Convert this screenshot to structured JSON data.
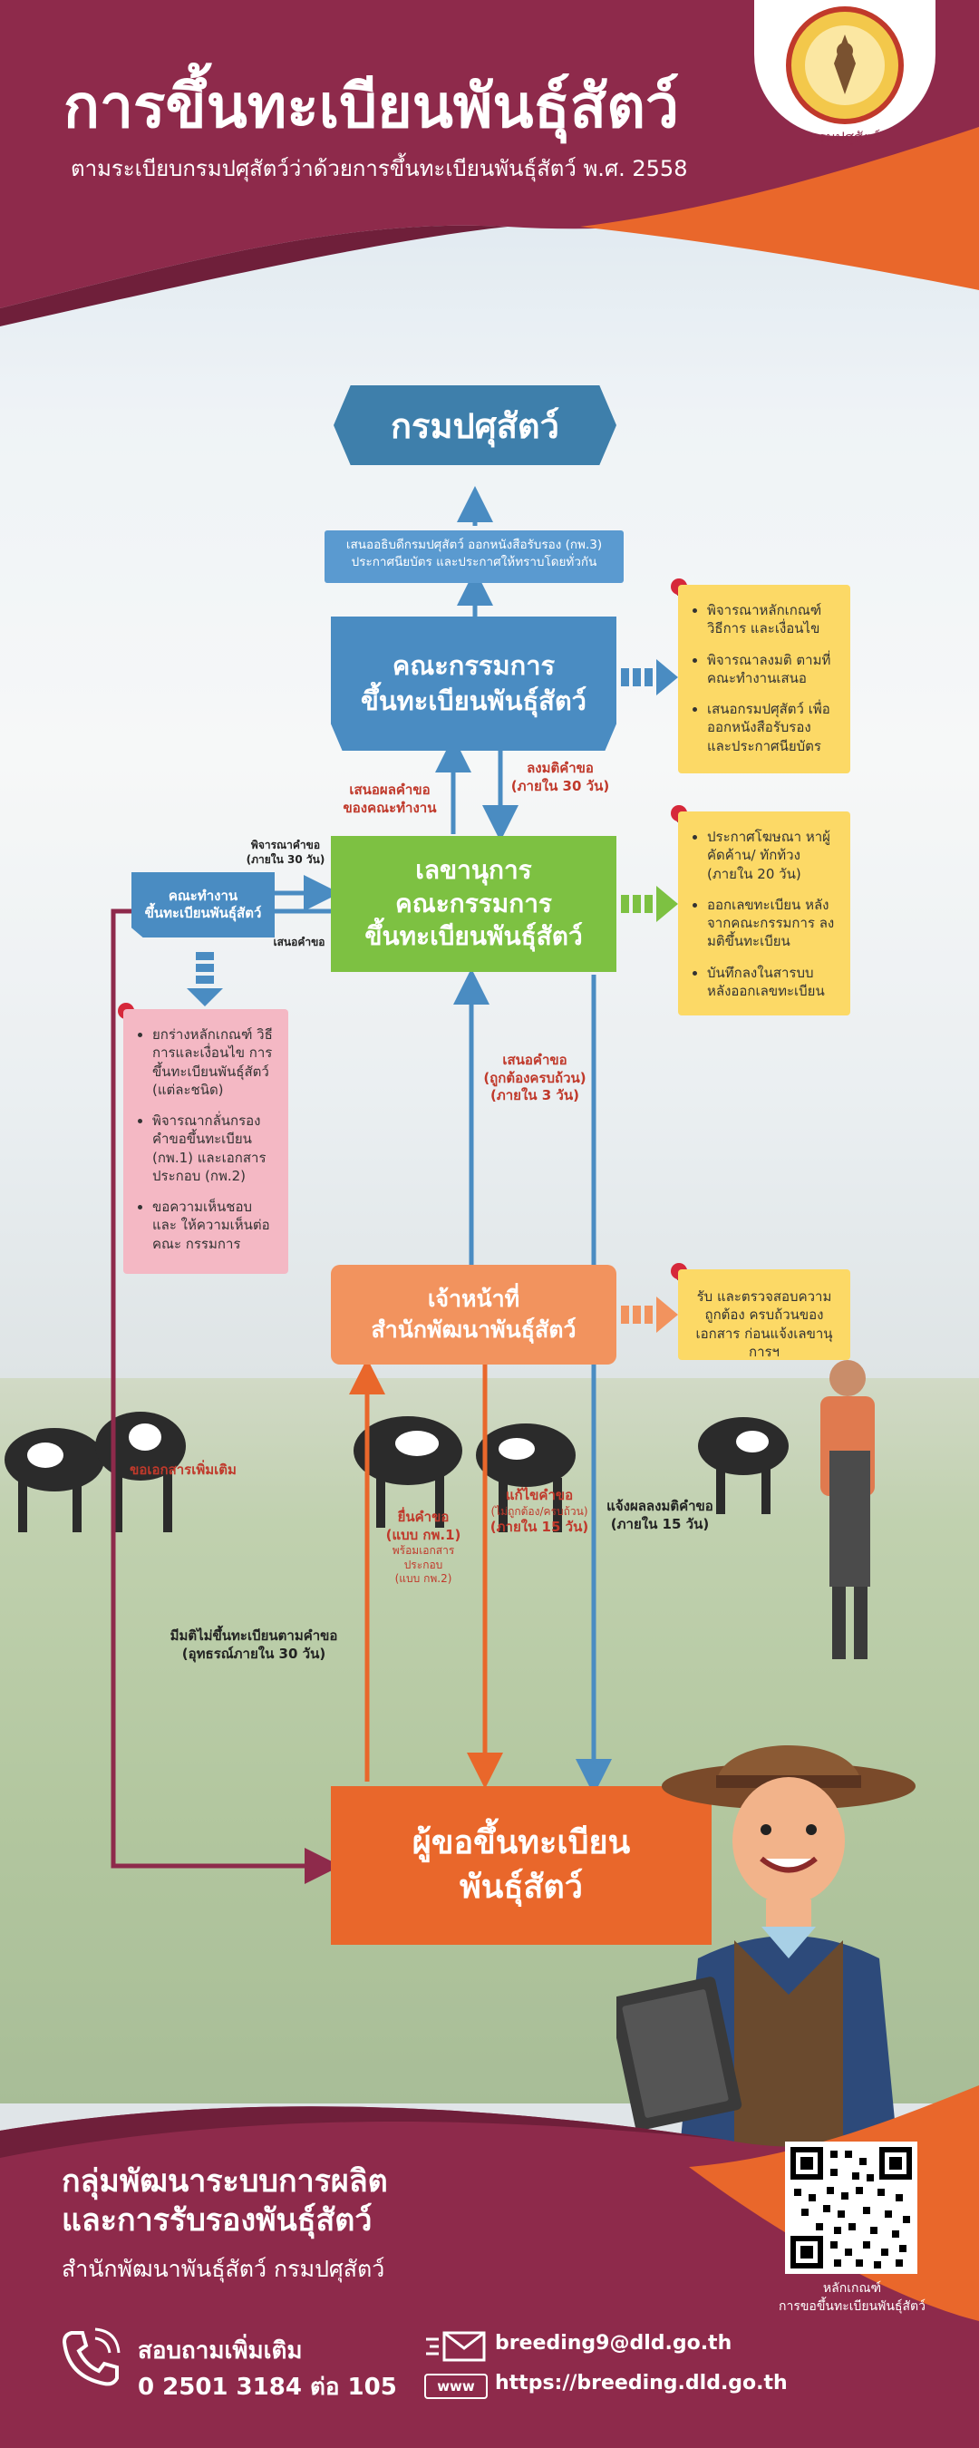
{
  "header": {
    "title": "การขึ้นทะเบียนพันธุ์สัตว์",
    "subtitle": "ตามระเบียบกรมปศุสัตว์ว่าด้วยการขึ้นทะเบียนพันธุ์สัตว์ พ.ศ. 2558",
    "logo_text": "กรมปศุสัตว์"
  },
  "nodes": {
    "department": "กรมปศุสัตว์",
    "committee_line1": "คณะกรรมการ",
    "committee_line2": "ขึ้นทะเบียนพันธุ์สัตว์",
    "secretary_line1": "เลขานุการ",
    "secretary_line2": "คณะกรรมการ",
    "secretary_line3": "ขึ้นทะเบียนพันธุ์สัตว์",
    "working_line1": "คณะทำงาน",
    "working_line2": "ขึ้นทะเบียนพันธุ์สัตว์",
    "officer_line1": "เจ้าหน้าที่",
    "officer_line2": "สำนักพัฒนาพันธุ์สัตว์",
    "applicant_line1": "ผู้ขอขึ้นทะเบียน",
    "applicant_line2": "พันธุ์สัตว์"
  },
  "flow_labels": {
    "propose_dept_1": "เสนออธิบดีกรมปศุสัตว์ ออกหนังสือรับรอง (กพ.3)",
    "propose_dept_2": "ประกาศนียบัตร และประกาศให้ทราบโดยทั่วกัน",
    "propose_result_1": "เสนอผลคำขอ",
    "propose_result_2": "ของคณะทำงาน",
    "resolve_1": "ลงมติคำขอ",
    "resolve_2": "(ภายใน 30 วัน)",
    "consider_1": "พิจารณาคำขอ",
    "consider_2": "(ภายใน 30 วัน)",
    "submit_request": "เสนอคำขอ",
    "submit_complete_1": "เสนอคำขอ",
    "submit_complete_2": "(ถูกต้องครบถ้วน)",
    "submit_complete_3": "(ภายใน 3 วัน)",
    "extra_docs": "ขอเอกสารเพิ่มเติม",
    "file_1": "ยื่นคำขอ",
    "file_2": "(แบบ กพ.1)",
    "file_3": "พร้อมเอกสารประกอบ",
    "file_4": "(แบบ กพ.2)",
    "fix_1": "แก้ไขคำขอ",
    "fix_2": "(ไม่ถูกต้อง/ครบถ้วน)",
    "fix_3": "(ภายใน 15 วัน)",
    "notify_1": "แจ้งผลลงมติคำขอ",
    "notify_2": "(ภายใน 15 วัน)",
    "appeal_1": "มีมติไม่ขึ้นทะเบียนตามคำขอ",
    "appeal_2": "(อุทธรณ์ภายใน 30 วัน)"
  },
  "notes": {
    "committee": [
      "พิจารณาหลักเกณฑ์ วิธีการ และเงื่อนไข",
      "พิจารณาลงมติ ตามที่คณะทำงานเสนอ",
      "เสนอกรมปศุสัตว์ เพื่อออกหนังสือรับรอง และประกาศนียบัตร"
    ],
    "secretary": [
      "ประกาศโฆษณา หาผู้คัดค้าน/ ทักท้วง (ภายใน 20 วัน)",
      "ออกเลขทะเบียน หลังจากคณะกรรมการ ลงมติขึ้นทะเบียน",
      "บันทึกลงในสารบบ หลังออกเลขทะเบียน"
    ],
    "working": [
      "ยกร่างหลักเกณฑ์ วิธีการและเงื่อนไข การขึ้นทะเบียนพันธุ์สัตว์ (แต่ละชนิด)",
      "พิจารณากลั่นกรอง คำขอขึ้นทะเบียน (กพ.1) และเอกสาร ประกอบ (กพ.2)",
      "ขอความเห็นชอบ และ ให้ความเห็นต่อคณะ กรรมการ"
    ],
    "officer": "รับ และตรวจสอบความถูกต้อง ครบถ้วนของเอกสาร ก่อนแจ้งเลขานุการฯ"
  },
  "footer": {
    "title_line1": "กลุ่มพัฒนาระบบการผลิต",
    "title_line2": "และการรับรองพันธุ์สัตว์",
    "subtitle": "สำนักพัฒนาพันธุ์สัตว์ กรมปศุสัตว์",
    "inquiry_label": "สอบถามเพิ่มเติม",
    "phone": "0 2501 3184 ต่อ 105",
    "email": "breeding9@dld.go.th",
    "www_badge": "www",
    "website": "https://breeding.dld.go.th",
    "qr_caption_1": "หลักเกณฑ์",
    "qr_caption_2": "การขอขึ้นทะเบียนพันธุ์สัตว์"
  },
  "icons": {
    "phone": "phone-icon",
    "email": "email-icon",
    "web": "web-icon",
    "pin": "pushpin-icon"
  },
  "colors": {
    "maroon": "#8e2a4b",
    "orange": "#e9672b",
    "blue": "#4a8cc2",
    "dark_blue": "#3e7fab",
    "green": "#7dc142",
    "salmon": "#f2935e",
    "yellow_note": "#fcd966",
    "pink_note": "#f4b8c4",
    "red_text": "#c0392b"
  }
}
